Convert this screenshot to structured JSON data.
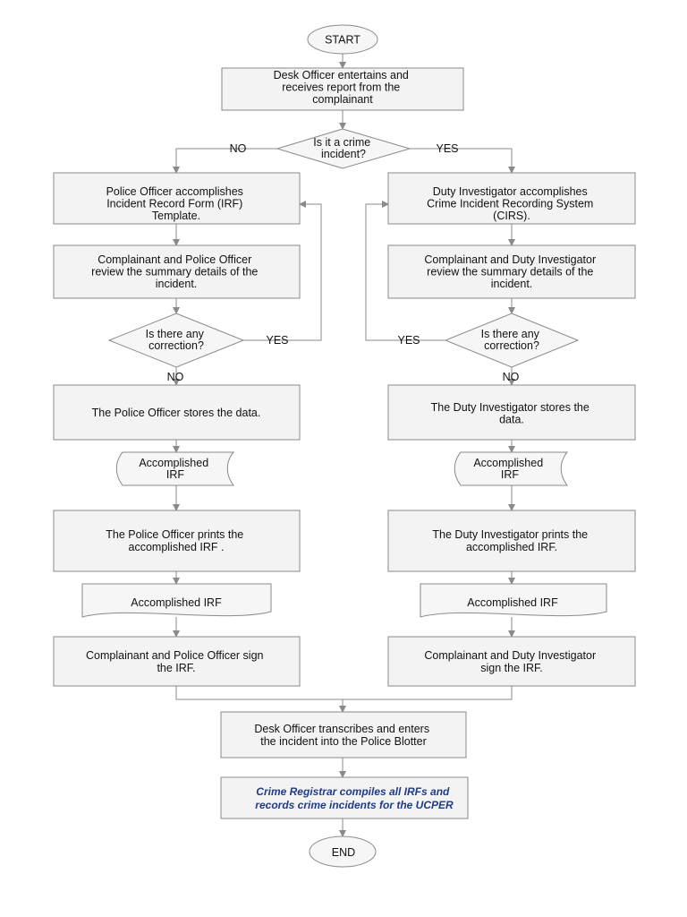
{
  "nodes": {
    "start": [
      "START"
    ],
    "desk_receive": [
      "Desk Officer entertains  and",
      "receives report from the",
      "complainant"
    ],
    "crime_decision": [
      "Is it a crime",
      "incident?"
    ],
    "police_irf": [
      "Police Officer accomplishes",
      "Incident Record Form (IRF)",
      "Template."
    ],
    "duty_cirs": [
      "Duty Investigator accomplishes",
      "Crime Incident Recording System",
      "(CIRS)."
    ],
    "police_review": [
      "Complainant and Police Officer",
      "review the summary details of the",
      "incident."
    ],
    "duty_review": [
      "Complainant and Duty Investigator",
      "review the summary details of the",
      "incident."
    ],
    "police_correction": [
      "Is there any",
      "correction?"
    ],
    "duty_correction": [
      "Is there any",
      "correction?"
    ],
    "police_store": [
      "The Police Officer stores the data."
    ],
    "duty_store": [
      "The Duty Investigator stores the",
      "data."
    ],
    "police_doc1": [
      "Accomplished",
      "IRF"
    ],
    "duty_doc1": [
      "Accomplished",
      "IRF"
    ],
    "police_print": [
      "The Police Officer prints the",
      "accomplished IRF ."
    ],
    "duty_print": [
      "The Duty Investigator prints the",
      "accomplished IRF."
    ],
    "police_doc2": [
      "Accomplished IRF"
    ],
    "duty_doc2": [
      "Accomplished IRF"
    ],
    "police_sign": [
      "Complainant and Police Officer sign",
      "the IRF."
    ],
    "duty_sign": [
      "Complainant and Duty Investigator",
      "sign the IRF."
    ],
    "desk_transcribe": [
      "Desk Officer transcribes and enters",
      "the incident into the Police Blotter"
    ],
    "registrar": [
      "Crime Registrar compiles all IRFs and",
      "records crime  incidents for the UCPER"
    ],
    "end": [
      "END"
    ]
  },
  "edge_labels": {
    "crime_no": "NO",
    "crime_yes": "YES",
    "police_correction_yes": "YES",
    "police_correction_no": "NO",
    "duty_correction_yes": "YES",
    "duty_correction_no": "NO"
  },
  "colors": {
    "stroke": "#8a8a8a",
    "fill": "#f3f3f3",
    "text": "#111111",
    "registrar_text": "#1f3c88"
  }
}
